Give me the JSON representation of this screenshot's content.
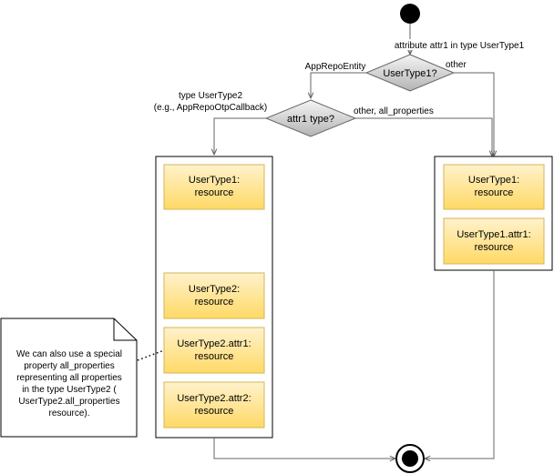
{
  "diagram": {
    "start_label": "attribute attr1 in type UserType1",
    "decision1": {
      "label": "UserType1?",
      "left_branch": "AppRepoEntity",
      "right_branch": "other"
    },
    "decision2": {
      "label": "attr1 type?",
      "left_branch_line1": "type UserType2",
      "left_branch_line2": "(e.g., AppRepoOtpCallback)",
      "right_branch": "other, all_properties"
    },
    "left_group": [
      {
        "line1": "UserType1:",
        "line2": "resource"
      },
      {
        "line1": "UserType2:",
        "line2": "resource"
      },
      {
        "line1": "UserType2.attr1:",
        "line2": "resource"
      },
      {
        "line1": "UserType2.attr2:",
        "line2": "resource"
      }
    ],
    "right_group": [
      {
        "line1": "UserType1:",
        "line2": "resource"
      },
      {
        "line1": "UserType1.attr1:",
        "line2": "resource"
      }
    ],
    "note_lines": [
      "We can also use a special",
      "property all_properties",
      "representing all properties",
      "in the type UserType2 (",
      "UserType2.all_properties",
      "resource)."
    ]
  },
  "colors": {
    "node_fill_top": "#fff2cc",
    "node_fill_bottom": "#ffd966",
    "node_stroke": "#d6b656",
    "decision_fill_top": "#f5f5f5",
    "decision_fill_bottom": "#b3b3b3",
    "line": "#666666",
    "border": "#000000"
  }
}
